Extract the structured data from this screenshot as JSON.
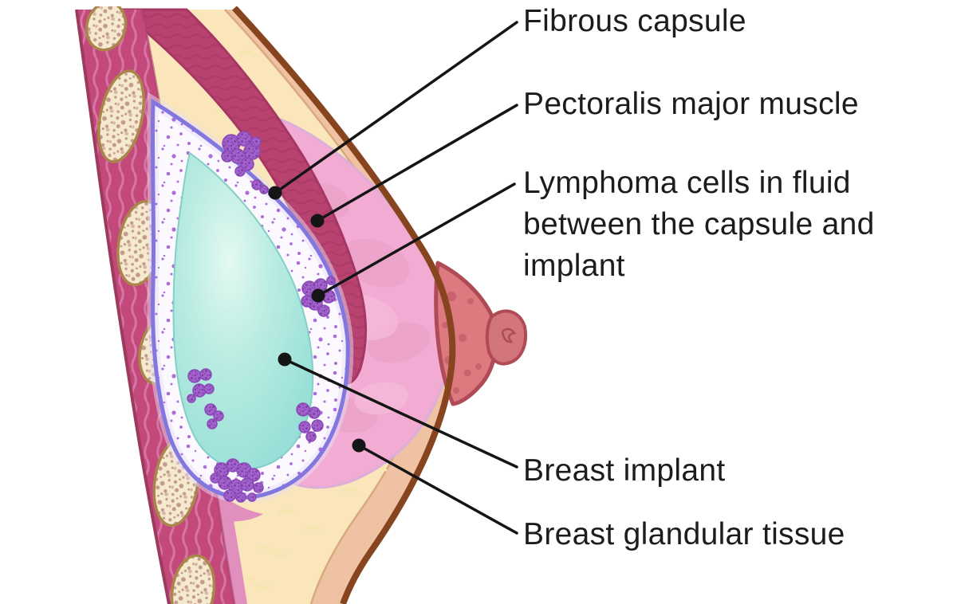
{
  "diagram": {
    "type": "medical-anatomy-illustration",
    "description": "Cross-section of a breast with an implant showing lymphoma cells in the fluid between the fibrous capsule and the implant",
    "labels": [
      {
        "id": "fibrous-capsule",
        "text": "Fibrous capsule"
      },
      {
        "id": "pectoralis-major-muscle",
        "text": "Pectoralis major muscle"
      },
      {
        "id": "lymphoma-cells",
        "text": "Lymphoma cells in fluid\nbetween the capsule and\nimplant"
      },
      {
        "id": "breast-implant",
        "text": "Breast implant"
      },
      {
        "id": "breast-glandular-tissue",
        "text": "Breast glandular tissue"
      }
    ],
    "colors": {
      "skin_outline": "#87451F",
      "skin_band": "#EFC2A3",
      "fat": "#FBE5BA",
      "chest_wall_muscle": "#C3497B",
      "rib_bone": "#F5EACE",
      "pectoralis_muscle": "#B84370",
      "fascia_pink": "#E18FBD",
      "glandular_tissue": "#F2ABD2",
      "capsule_line": "#8277DE",
      "capsule_fluid": "#FCF9FE",
      "implant_teal": "#9FE2DA",
      "lymphoma_purple": "#A262CC",
      "leader_line": "#151515",
      "label_text": "#1C1C1C"
    }
  }
}
